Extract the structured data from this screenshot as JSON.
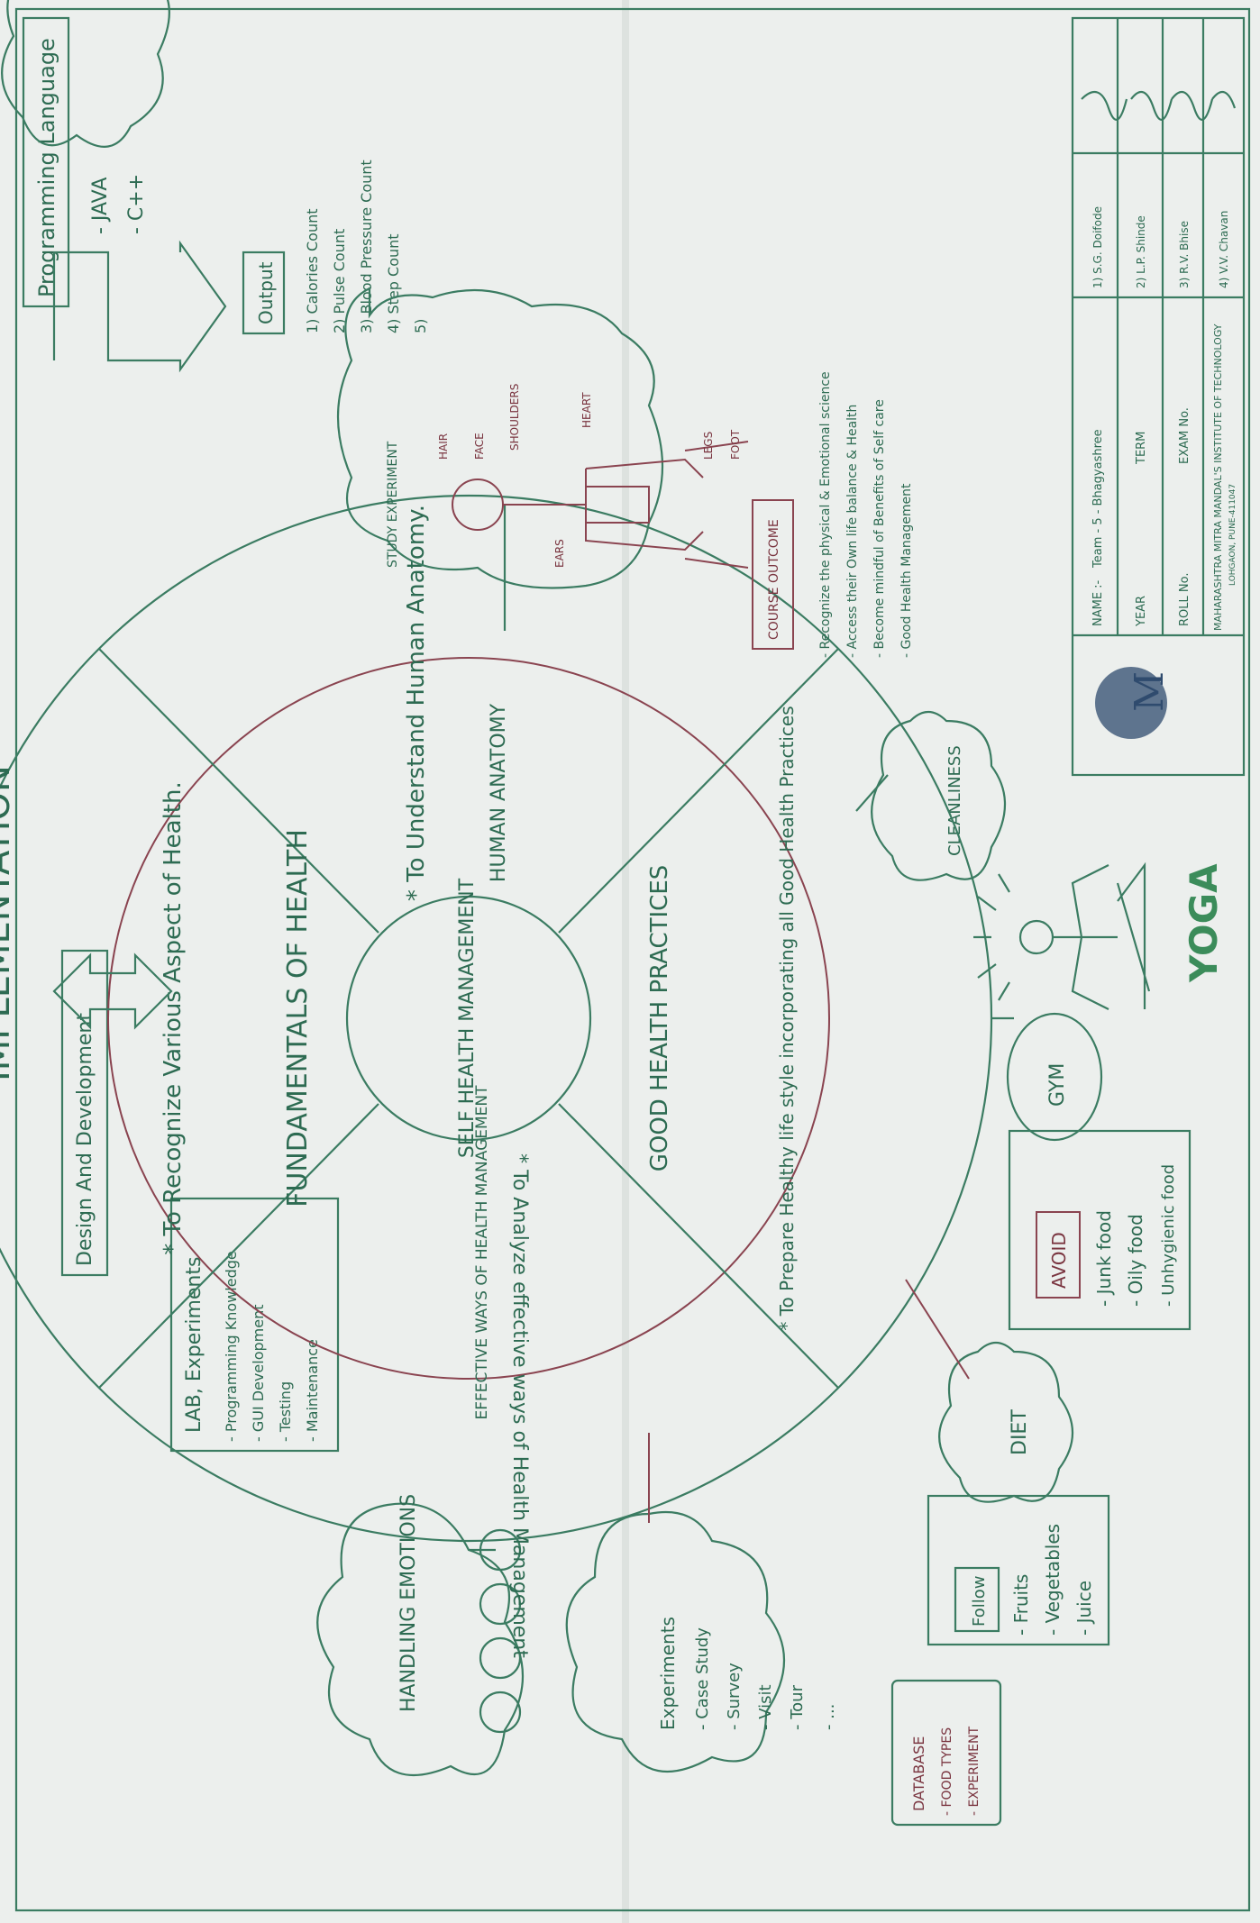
{
  "title_fragment": "IMPLEMENTATION",
  "center": "SELF HEALTH MANAGEMENT",
  "inner_quadrants": {
    "top": "FUNDAMENTALS OF HEALTH",
    "right": "HUMAN ANATOMY",
    "bottom": "GOOD HEALTH PRACTICES",
    "left": "EFFECTIVE WAYS OF HEALTH MANAGEMENT"
  },
  "outer_ring": {
    "top": "* To Recognize Various Aspect of Health.",
    "right": "* To Understand Human Anatomy.",
    "bottom": "* To Prepare Healthy life style incorporating all Good Health Practices",
    "left": "* To Analyze effective ways of Health Management"
  },
  "programming": {
    "title": "Programming Language",
    "items": [
      "- JAVA",
      "- C++"
    ]
  },
  "design_dev": "Design And Development",
  "lab": {
    "title": "LAB, Experiments",
    "items": [
      "- Programming Knowledge",
      "- GUI Development",
      "- Testing",
      "- Maintenance"
    ]
  },
  "emotions": {
    "title": "HANDLING EMOTIONS"
  },
  "experiments": {
    "title": "Experiments",
    "items": [
      "- Case Study",
      "- Survey",
      "- Visit",
      "- Tour",
      "- ..."
    ]
  },
  "database": {
    "title": "DATABASE",
    "items": [
      "- FOOD TYPES",
      "- EXPERIMENT"
    ]
  },
  "diet": "DIET",
  "follow": {
    "title": "Follow",
    "items": [
      "- Fruits",
      "- Vegetables",
      "- Juice"
    ]
  },
  "avoid": {
    "title": "AVOID",
    "items": [
      "- Junk food",
      "- Oily food",
      "- Unhygienic food"
    ]
  },
  "gym": "GYM",
  "yoga": "YOGA",
  "cleanliness": "CLEANLINESS",
  "study": {
    "title": "STUDY EXPERIMENT",
    "labels": [
      "HAIR",
      "FACE",
      "EARS",
      "SHOULDERS",
      "HEART",
      "LEGS",
      "FOOT"
    ]
  },
  "course_outcome": {
    "title": "COURSE OUTCOME",
    "items": [
      "- Recognize the physical & Emotional science",
      "- Access their Own life balance & Health",
      "- Become mindful of Benefits of Self care",
      "- Good Health Management"
    ]
  },
  "output": {
    "title": "Output",
    "items": [
      "1) Calories Count",
      "2) Pulse Count",
      "3) Blood Pressure Count",
      "4) Step Count",
      "5)"
    ]
  },
  "title_block": {
    "name_label": "NAME :-",
    "name_value": "Team - 5 - Bhagyashree",
    "year_label": "YEAR",
    "term_label": "TERM",
    "roll_label": "ROLL No.",
    "exam_label": "EXAM No.",
    "institute": "MAHARASHTRA MITRA MANDAL'S INSTITUTE OF TECHNOLOGY",
    "address": "LOHGAON, PUNE-411047",
    "members": [
      "1) S.G. Doifode",
      "2) L.P. Shinde",
      "3) R.V. Bhise",
      "4) V.V. Chavan"
    ]
  }
}
